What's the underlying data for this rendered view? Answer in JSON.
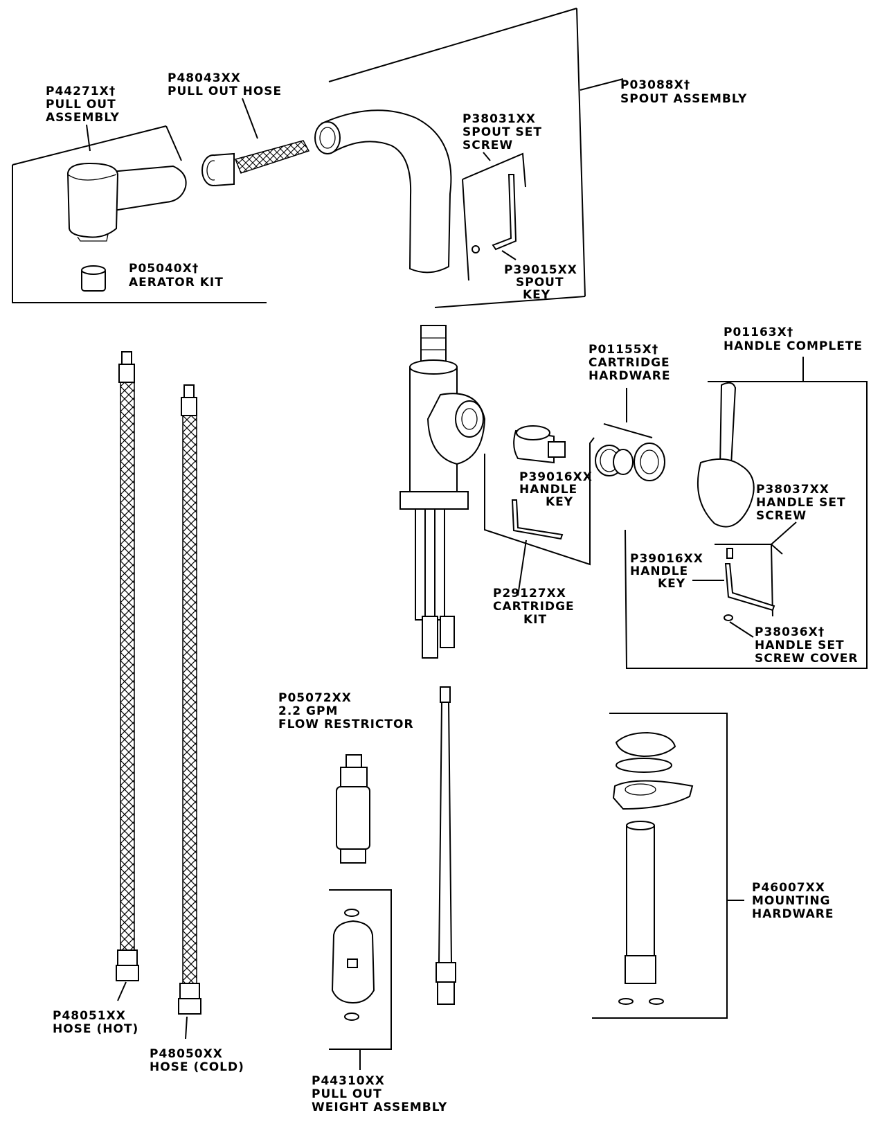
{
  "labels": {
    "pull_out_assembly": [
      "P44271X†",
      "PULL OUT",
      "ASSEMBLY"
    ],
    "pull_out_hose": [
      "P48043XX",
      "PULL OUT HOSE"
    ],
    "spout_assembly": [
      "P03088X†",
      "SPOUT ASSEMBLY"
    ],
    "spout_set_screw": [
      "P38031XX",
      "SPOUT SET",
      "SCREW"
    ],
    "aerator_kit": [
      "P05040X†",
      "AERATOR KIT"
    ],
    "spout_key": [
      "P39015XX",
      "SPOUT",
      "KEY"
    ],
    "cartridge_hardware": [
      "P01155X†",
      "CARTRIDGE",
      "HARDWARE"
    ],
    "handle_complete": [
      "P01163X†",
      "HANDLE COMPLETE"
    ],
    "handle_key_cartridge": [
      "P39016XX",
      "HANDLE",
      "KEY"
    ],
    "handle_set_screw": [
      "P38037XX",
      "HANDLE SET",
      "SCREW"
    ],
    "handle_key_handle": [
      "P39016XX",
      "HANDLE",
      "KEY"
    ],
    "cartridge_kit": [
      "P29127XX",
      "CARTRIDGE",
      "KIT"
    ],
    "handle_set_screw_cover": [
      "P38036X†",
      "HANDLE SET",
      "SCREW COVER"
    ],
    "flow_restrictor": [
      "P05072XX",
      "2.2 GPM",
      "FLOW RESTRICTOR"
    ],
    "mounting_hardware": [
      "P46007XX",
      "MOUNTING",
      "HARDWARE"
    ],
    "hose_hot": [
      "P48051XX",
      "HOSE (HOT)"
    ],
    "hose_cold": [
      "P48050XX",
      "HOSE (COLD)"
    ],
    "pull_out_weight_assembly": [
      "P44310XX",
      "PULL OUT",
      "WEIGHT ASSEMBLY"
    ]
  }
}
